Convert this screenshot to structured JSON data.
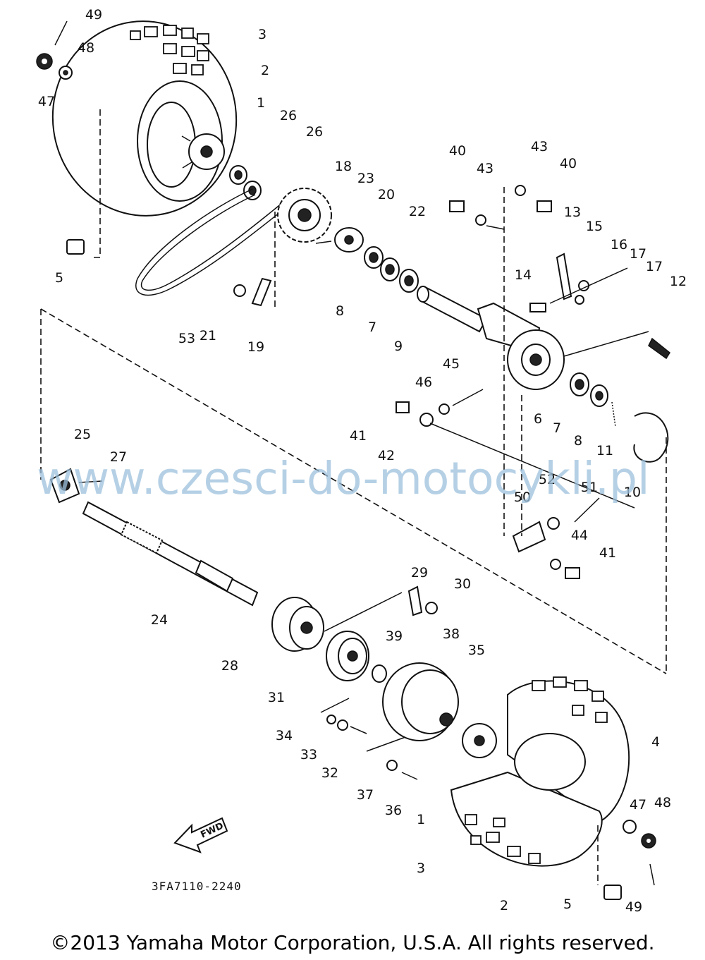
{
  "diagram": {
    "part_numbers": [
      "1",
      "2",
      "3",
      "4",
      "5",
      "6",
      "7",
      "8",
      "9",
      "10",
      "11",
      "12",
      "13",
      "14",
      "15",
      "16",
      "17",
      "18",
      "19",
      "20",
      "21",
      "22",
      "23",
      "24",
      "25",
      "26",
      "27",
      "28",
      "29",
      "30",
      "31",
      "32",
      "33",
      "34",
      "35",
      "36",
      "37",
      "38",
      "39",
      "40",
      "41",
      "42",
      "43",
      "44",
      "45",
      "46",
      "47",
      "48",
      "49",
      "50",
      "51",
      "52",
      "53"
    ],
    "direction_label": "FWD",
    "diagram_code": "3FA7110-2240"
  },
  "watermark": "www.czesci-do-motocykli.pl",
  "footer": {
    "copyright": "©2013 Yamaha Motor Corporation, U.S.A. All rights reserved."
  },
  "icons": [
    "wheel-tire-icon",
    "brake-drum-icon",
    "rear-axle-icon",
    "sprocket-icon",
    "drive-chain-icon",
    "fwd-arrow-icon"
  ]
}
